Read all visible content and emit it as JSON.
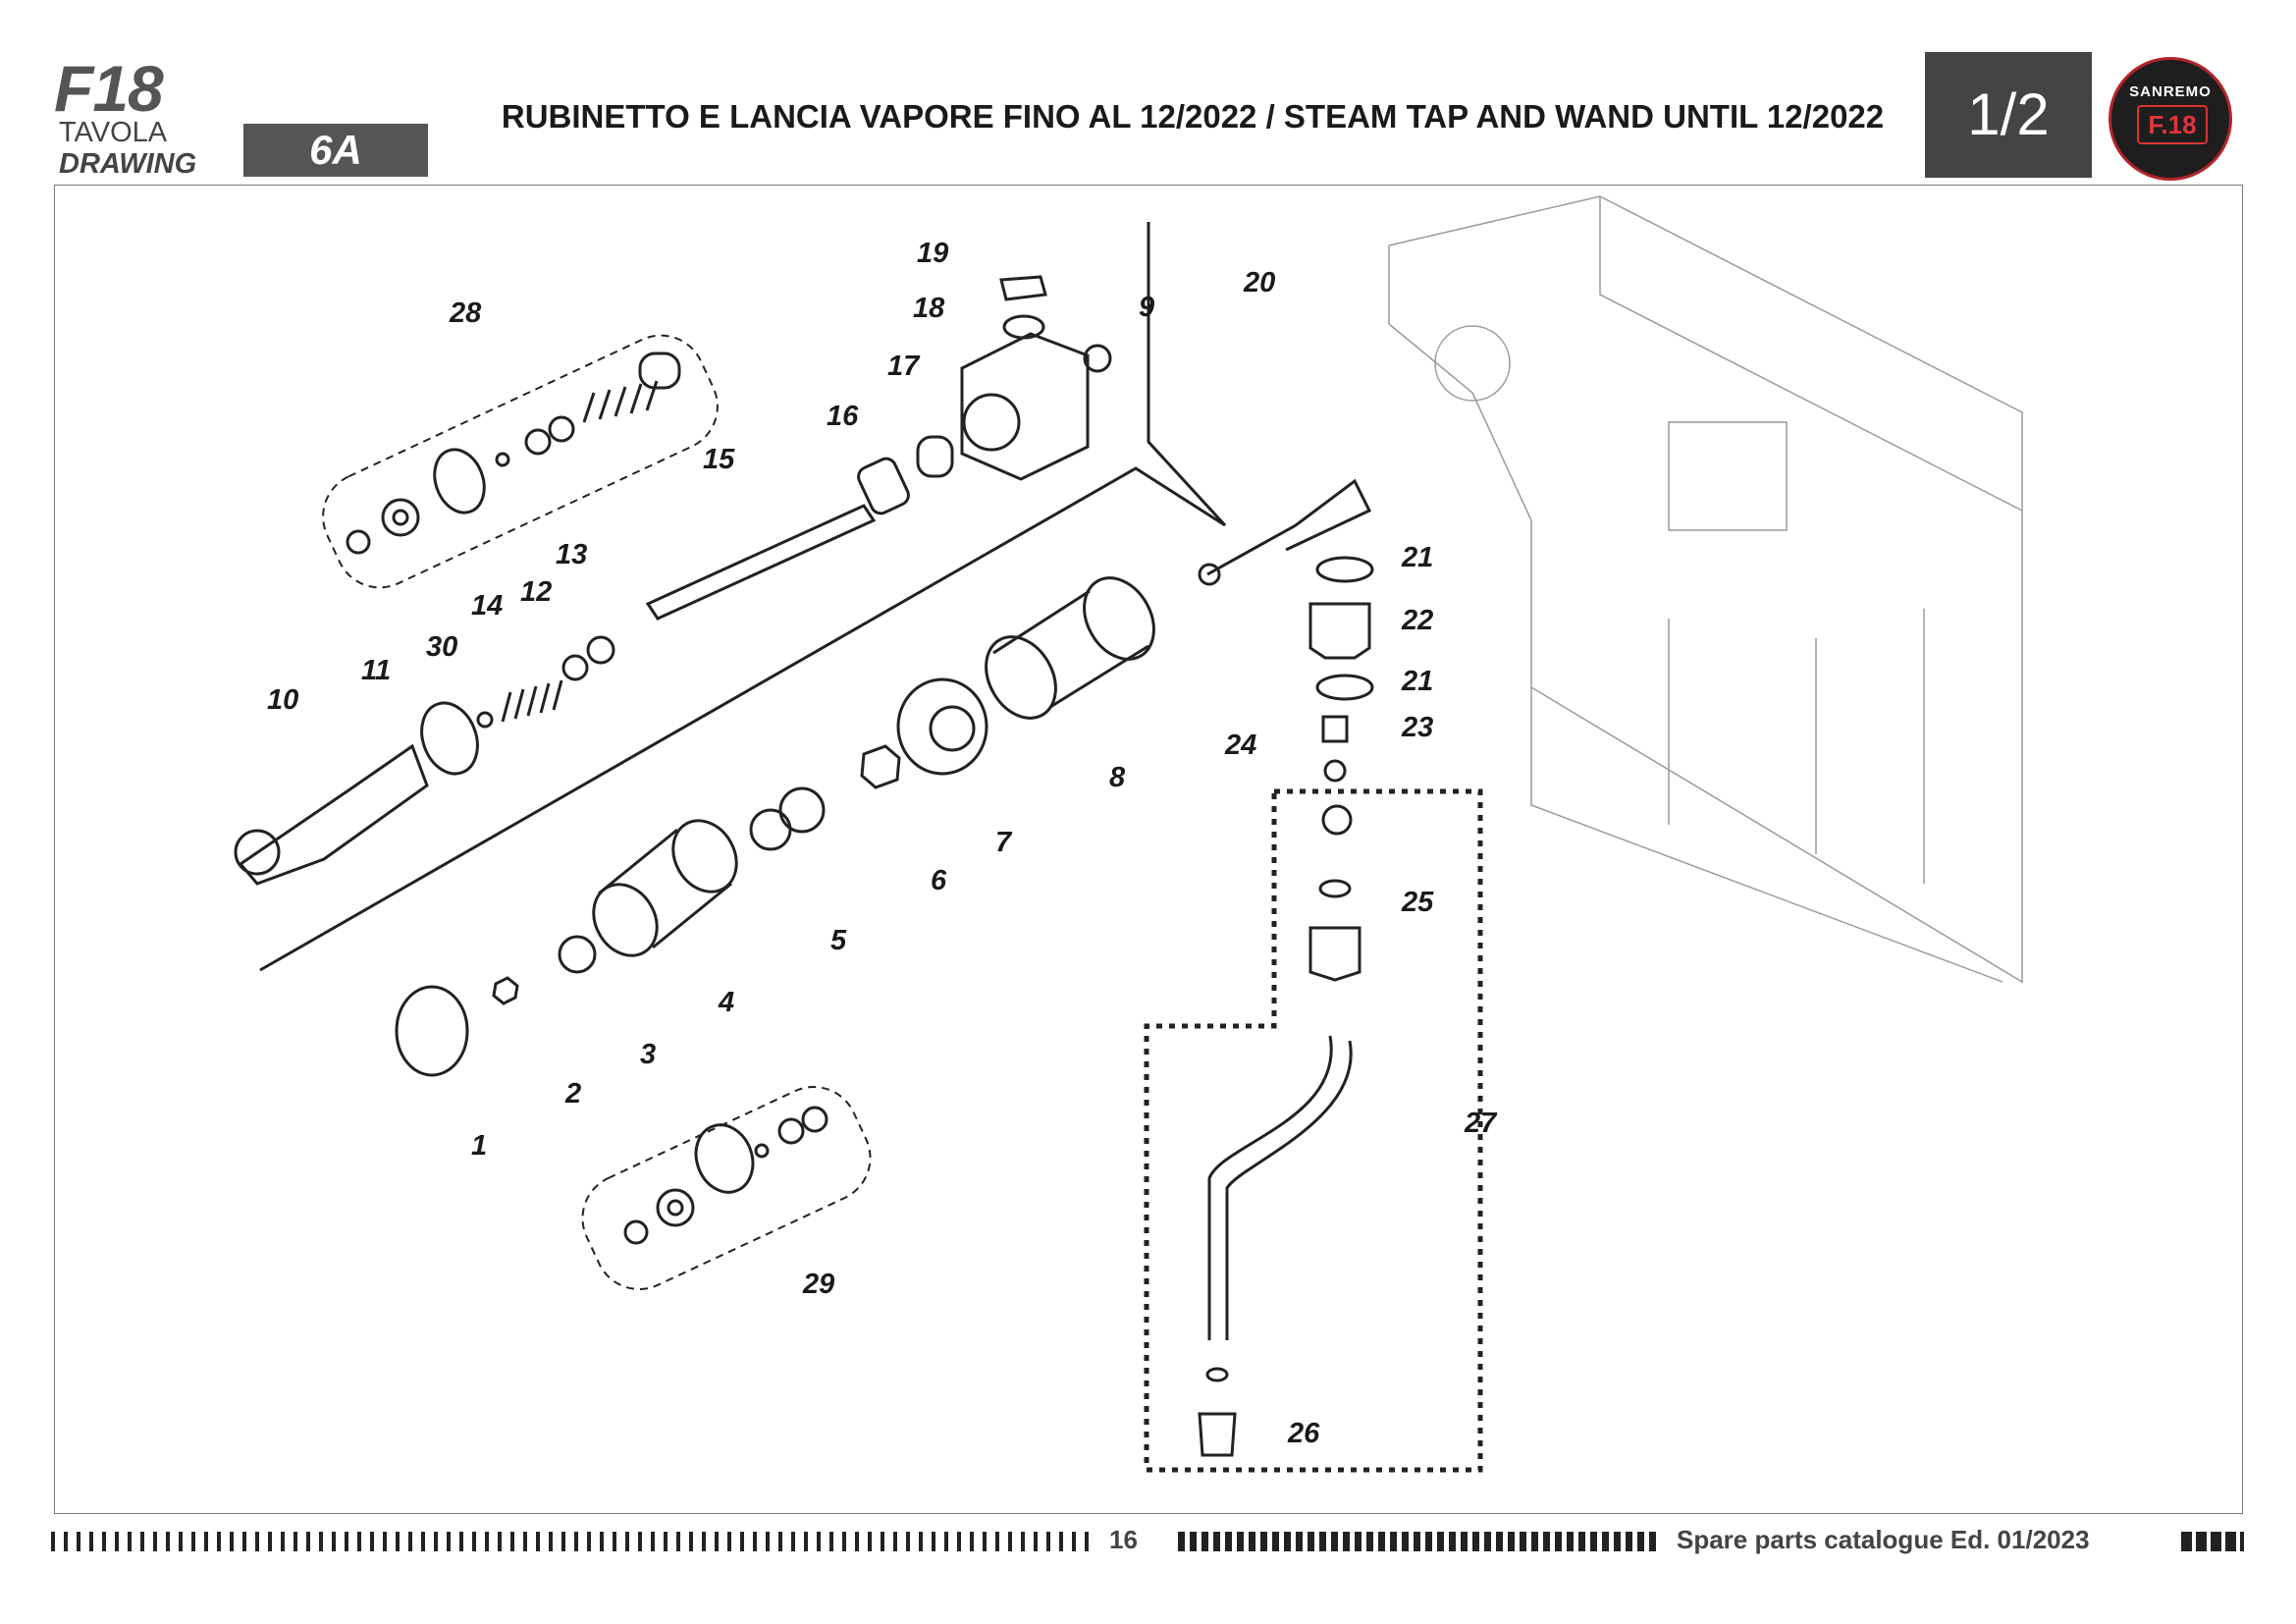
{
  "header": {
    "model": "F18",
    "tavola_label": "TAVOLA",
    "drawing_label": "DRAWING",
    "drawing_number": "6A",
    "title": "RUBINETTO E LANCIA VAPORE FINO AL 12/2022 / STEAM TAP AND WAND UNTIL 12/2022",
    "page_indicator": "1/2",
    "logo_brand": "SANREMO",
    "logo_model": "F.18"
  },
  "diagram": {
    "callouts": [
      "1",
      "2",
      "3",
      "4",
      "5",
      "6",
      "7",
      "8",
      "9",
      "10",
      "11",
      "12",
      "13",
      "14",
      "15",
      "16",
      "17",
      "18",
      "19",
      "20",
      "21",
      "21",
      "22",
      "23",
      "24",
      "25",
      "26",
      "27",
      "28",
      "29",
      "30"
    ]
  },
  "footer": {
    "page_number": "16",
    "edition": "Spare parts catalogue Ed. 01/2023"
  }
}
